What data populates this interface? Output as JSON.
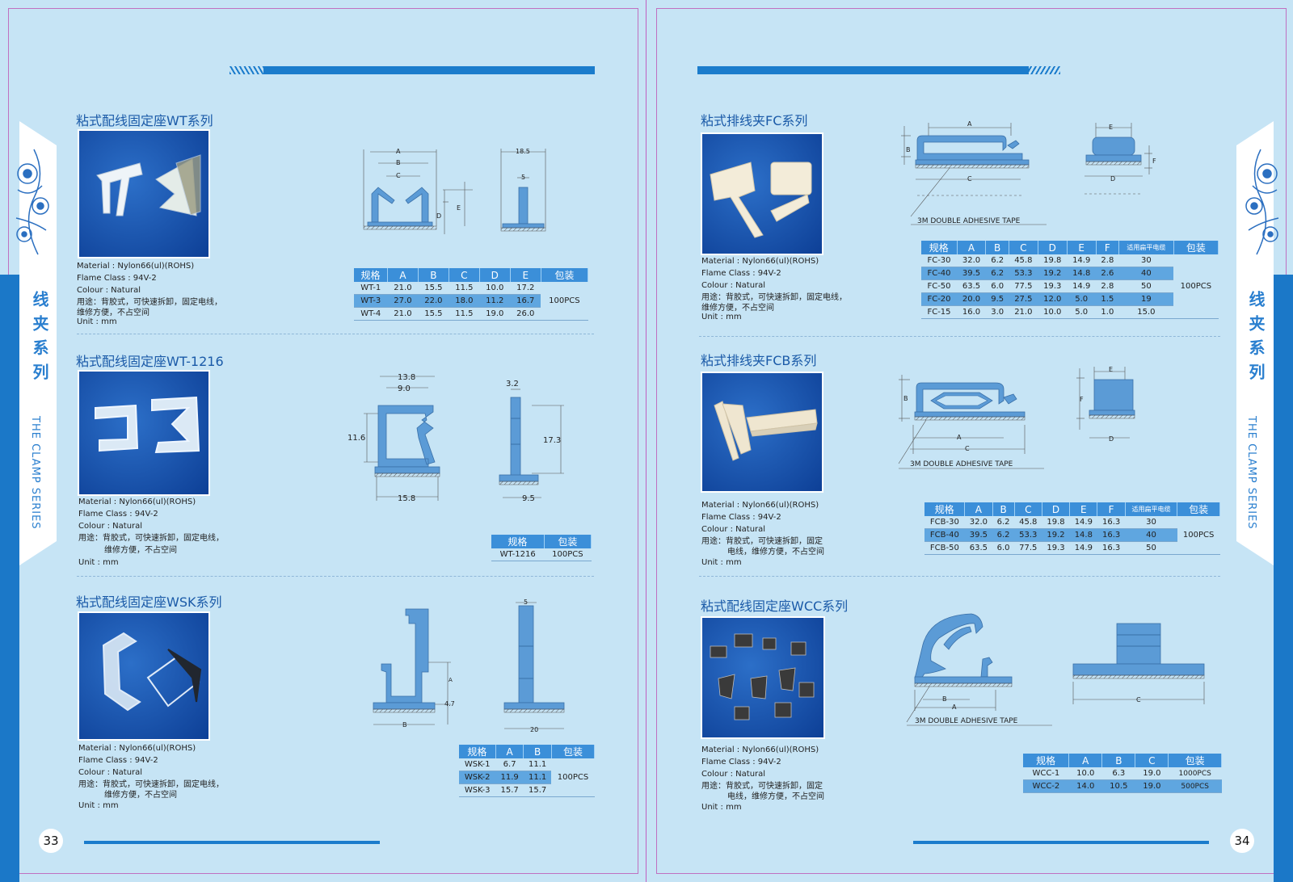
{
  "sidebar": {
    "vertical_cn": "线夹系列",
    "vertical_en": "THE CLAMP SERIES"
  },
  "pages": {
    "left_number": "33",
    "right_number": "34"
  },
  "specs": {
    "material": "Material : Nylon66(ul)(ROHS)",
    "flame": "Flame Class : 94V-2",
    "colour": "Colour : Natural",
    "usage_full": "用途：背胶式，可快速拆卸，固定电线，",
    "usage_cont": "维修方便，不占空间",
    "usage_short": "用途：背胶式，可快速拆卸，固定",
    "usage_cont2": "电线，维修方便，不占空间",
    "unit": "Unit : mm"
  },
  "tape_label": "3M DOUBLE ADHESIVE TAPE",
  "wt": {
    "title": "粘式配线固定座WT系列",
    "headers": [
      "规格",
      "A",
      "B",
      "C",
      "D",
      "E",
      "包装"
    ],
    "rows": [
      [
        "WT-1",
        "21.0",
        "15.5",
        "11.5",
        "10.0",
        "17.2"
      ],
      [
        "WT-3",
        "27.0",
        "22.0",
        "18.0",
        "11.2",
        "16.7"
      ],
      [
        "WT-4",
        "21.0",
        "15.5",
        "11.5",
        "19.0",
        "26.0"
      ]
    ],
    "pack": "100PCS",
    "dims": {
      "A": "A",
      "B": "B",
      "C": "C",
      "D": "D",
      "E": "E",
      "w": "18.5",
      "s": "5"
    }
  },
  "wt1216": {
    "title": "粘式配线固定座WT-1216",
    "headers": [
      "规格",
      "包装"
    ],
    "rows": [
      [
        "WT-1216",
        "100PCS"
      ]
    ],
    "dims": {
      "top": "13.8",
      "inner": "9.0",
      "h": "11.6",
      "base": "15.8",
      "sw": "3.2",
      "sh": "17.3",
      "sb": "9.5"
    }
  },
  "wsk": {
    "title": "粘式配线固定座WSK系列",
    "headers": [
      "规格",
      "A",
      "B",
      "包装"
    ],
    "rows": [
      [
        "WSK-1",
        "6.7",
        "11.1"
      ],
      [
        "WSK-2",
        "11.9",
        "11.1"
      ],
      [
        "WSK-3",
        "15.7",
        "15.7"
      ]
    ],
    "pack": "100PCS",
    "dims": {
      "A": "A",
      "B": "B",
      "t": "4.7",
      "w": "5",
      "base": "20"
    }
  },
  "fc": {
    "title": "粘式排线夹FC系列",
    "headers": [
      "规格",
      "A",
      "B",
      "C",
      "D",
      "E",
      "F",
      "适用扁平电缆",
      "包装"
    ],
    "rows": [
      [
        "FC-30",
        "32.0",
        "6.2",
        "45.8",
        "19.8",
        "14.9",
        "2.8",
        "30"
      ],
      [
        "FC-40",
        "39.5",
        "6.2",
        "53.3",
        "19.2",
        "14.8",
        "2.6",
        "40"
      ],
      [
        "FC-50",
        "63.5",
        "6.0",
        "77.5",
        "19.3",
        "14.9",
        "2.8",
        "50"
      ],
      [
        "FC-20",
        "20.0",
        "9.5",
        "27.5",
        "12.0",
        "5.0",
        "1.5",
        "19"
      ],
      [
        "FC-15",
        "16.0",
        "3.0",
        "21.0",
        "10.0",
        "5.0",
        "1.0",
        "15.0"
      ]
    ],
    "pack": "100PCS",
    "dims": {
      "A": "A",
      "B": "B",
      "C": "C",
      "D": "D",
      "E": "E",
      "F": "F"
    }
  },
  "fcb": {
    "title": "粘式排线夹FCB系列",
    "headers": [
      "规格",
      "A",
      "B",
      "C",
      "D",
      "E",
      "F",
      "适用扁平电缆",
      "包装"
    ],
    "rows": [
      [
        "FCB-30",
        "32.0",
        "6.2",
        "45.8",
        "19.8",
        "14.9",
        "16.3",
        "30"
      ],
      [
        "FCB-40",
        "39.5",
        "6.2",
        "53.3",
        "19.2",
        "14.8",
        "16.3",
        "40"
      ],
      [
        "FCB-50",
        "63.5",
        "6.0",
        "77.5",
        "19.3",
        "14.9",
        "16.3",
        "50"
      ]
    ],
    "pack": "100PCS",
    "dims": {
      "A": "A",
      "B": "B",
      "C": "C",
      "D": "D",
      "E": "E",
      "F": "F"
    }
  },
  "wcc": {
    "title": "粘式配线固定座WCC系列",
    "headers": [
      "规格",
      "A",
      "B",
      "C",
      "包装"
    ],
    "rows": [
      [
        "WCC-1",
        "10.0",
        "6.3",
        "19.0",
        "1000PCS"
      ],
      [
        "WCC-2",
        "14.0",
        "10.5",
        "19.0",
        "500PCS"
      ]
    ],
    "dims": {
      "A": "A",
      "B": "B",
      "C": "C"
    }
  }
}
